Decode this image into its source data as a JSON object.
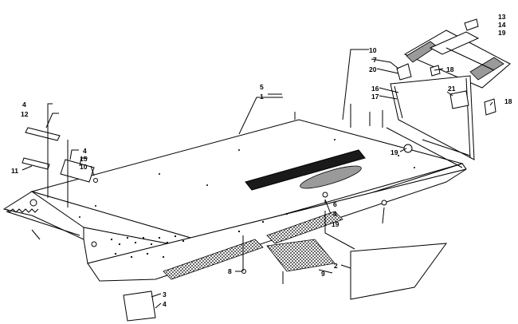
{
  "callouts": [
    {
      "id": "c1",
      "text": "1"
    },
    {
      "id": "c5",
      "text": "5"
    },
    {
      "id": "c4a",
      "text": "4"
    },
    {
      "id": "c12",
      "text": "12"
    },
    {
      "id": "c4b",
      "text": "4"
    },
    {
      "id": "c15",
      "text": "15"
    },
    {
      "id": "c10a",
      "text": "10"
    },
    {
      "id": "c11",
      "text": "11"
    },
    {
      "id": "c10b",
      "text": "10"
    },
    {
      "id": "c7",
      "text": "7"
    },
    {
      "id": "c20",
      "text": "20"
    },
    {
      "id": "c18a",
      "text": "18"
    },
    {
      "id": "c13",
      "text": "13"
    },
    {
      "id": "c14",
      "text": "14"
    },
    {
      "id": "c19a",
      "text": "19"
    },
    {
      "id": "c21",
      "text": "21"
    },
    {
      "id": "c16",
      "text": "16"
    },
    {
      "id": "c17",
      "text": "17"
    },
    {
      "id": "c18b",
      "text": "18"
    },
    {
      "id": "c19b",
      "text": "19"
    },
    {
      "id": "c6",
      "text": "6"
    },
    {
      "id": "c4c",
      "text": "4"
    },
    {
      "id": "c19c",
      "text": "19"
    },
    {
      "id": "c2",
      "text": "2"
    },
    {
      "id": "c9",
      "text": "9"
    },
    {
      "id": "c8",
      "text": "8"
    },
    {
      "id": "c3",
      "text": "3"
    },
    {
      "id": "c4d",
      "text": "4"
    }
  ]
}
